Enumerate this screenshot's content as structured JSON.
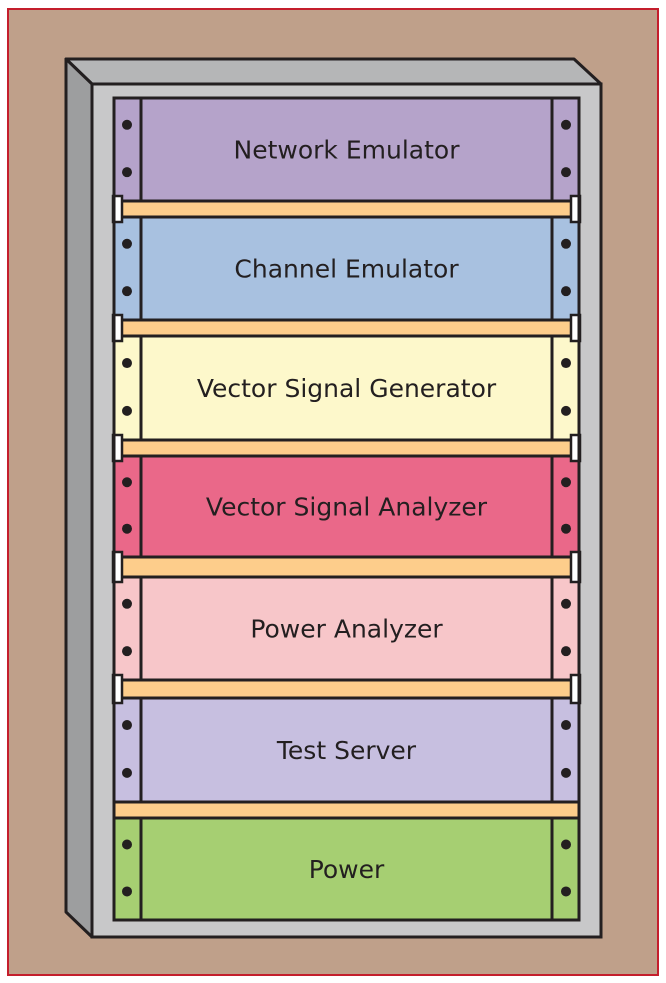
{
  "colors": {
    "background": "#bfa08a",
    "frame_border": "#c41e2c",
    "cabinet_front": "#c8c8c9",
    "cabinet_side": "#9d9e9f",
    "cabinet_top": "#b5b6b7",
    "rail": "#fdcd8b",
    "outline": "#231f20"
  },
  "units": [
    {
      "label": "Network Emulator",
      "color": "#b5a3ca"
    },
    {
      "label": "Channel Emulator",
      "color": "#a8c1e0"
    },
    {
      "label": "Vector Signal Generator",
      "color": "#fdf8cb"
    },
    {
      "label": "Vector Signal Analyzer",
      "color": "#ea6889"
    },
    {
      "label": "Power Analyzer",
      "color": "#f7c6c9"
    },
    {
      "label": "Test Server",
      "color": "#c7bfe0"
    },
    {
      "label": "Power",
      "color": "#a6cf72"
    }
  ]
}
